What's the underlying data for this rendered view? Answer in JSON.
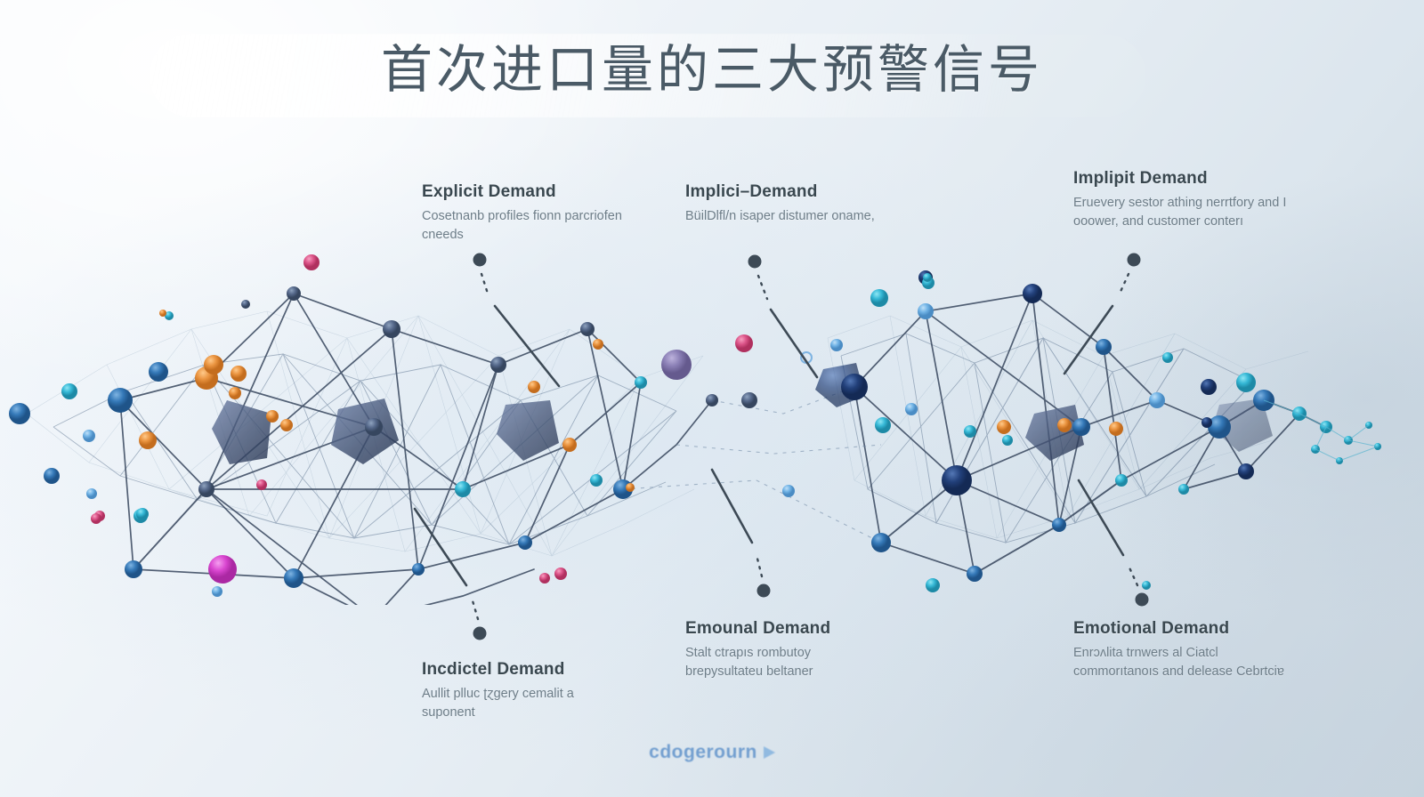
{
  "header": {
    "title": "首次进口量的三大预警信号"
  },
  "annotations": [
    {
      "id": "explicit",
      "title": "Explicit Demand",
      "body": "Cosetnanb profiles fionn parcriofen cneeds",
      "position": "top-left"
    },
    {
      "id": "implicit",
      "title": "Implici–Demand",
      "body": "BüilDlfl/n isaper distumer oname,",
      "position": "top-center"
    },
    {
      "id": "implipit",
      "title": "Implipit Demand",
      "body": "Eruevery sestor athing nerrtfory and I ooower, and customer conterı",
      "position": "top-right"
    },
    {
      "id": "incdictel",
      "title": "Incdictel Demand",
      "body": "Aullit plluc ʈɀgery cemalit a suponent",
      "position": "bottom-left"
    },
    {
      "id": "emounal",
      "title": "Emounal Demand",
      "body": "Stalt ctrapıs rombutoy brepysultateu beltaner",
      "position": "bottom-center"
    },
    {
      "id": "emotional",
      "title": "Emotional Demand",
      "body": "Enrɔʌlita trnwers al Ciatcl commorıtanoıs and delease Cebrtciɐ",
      "position": "bottom-right"
    }
  ],
  "footer": {
    "watermark": "cdogerourn",
    "watermark_mark": "play-triangle-icon"
  },
  "palette": {
    "background_light": "#f7fafd",
    "background_dark": "#c8d4de",
    "title_color": "#4a5a66",
    "anno_title_color": "#39474f",
    "anno_body_color": "#6d7d88",
    "watermark_color": "#5b8fc9",
    "edge_color": "#3f5066",
    "node_blue": "#2e6fb0",
    "node_navy": "#1f3f74",
    "node_cyan": "#29b6d8",
    "node_lightblue": "#6fb7e8",
    "node_orange": "#e8913a",
    "node_pink": "#d94f86",
    "node_magenta": "#d93fd0",
    "node_purple": "#8a7fb5",
    "node_slate": "#5a6e8c"
  },
  "network": {
    "left_cluster_label": "left-demand-cluster",
    "right_cluster_label": "right-demand-cluster",
    "tail_label": "network-tail"
  }
}
